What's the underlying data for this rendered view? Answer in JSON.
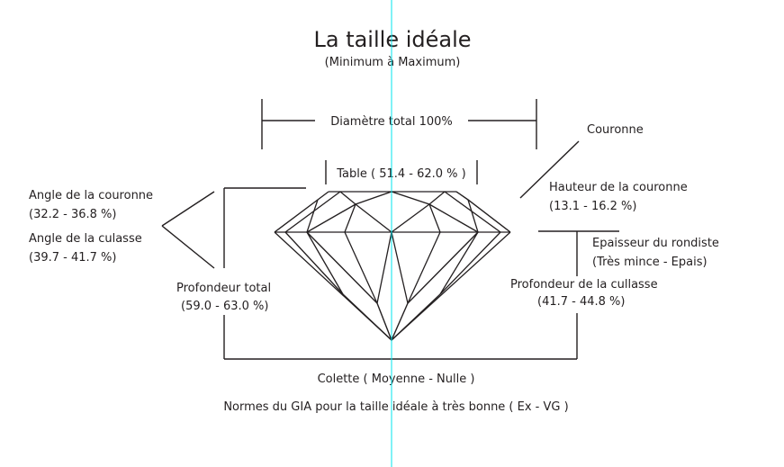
{
  "title": "La taille idéale",
  "subtitle": "(Minimum à Maximum)",
  "labels": {
    "diameter": "Diamètre total 100%",
    "table": "Table ( 51.4 - 62.0 % )",
    "crown_angle": "Angle de la couronne",
    "crown_angle_range": "(32.2 - 36.8 %)",
    "pavilion_angle": "Angle de la culasse",
    "pavilion_angle_range": "(39.7 - 41.7 %)",
    "total_depth": "Profondeur total",
    "total_depth_range": "(59.0 - 63.0 %)",
    "crown": "Couronne",
    "crown_height": "Hauteur de la couronne",
    "crown_height_range": "(13.1 - 16.2 %)",
    "girdle": "Epaisseur du rondiste",
    "girdle_range": "(Très mince - Epais)",
    "pavilion_depth": "Profondeur de la cullasse",
    "pavilion_depth_range": "(41.7 - 44.8 %)",
    "culet": "Colette ( Moyenne - Nulle )",
    "footer": "Normes du GIA pour la taille idéale à très bonne ( Ex - VG )"
  },
  "colors": {
    "ink": "#231f20",
    "guide": "#00e5ee"
  }
}
